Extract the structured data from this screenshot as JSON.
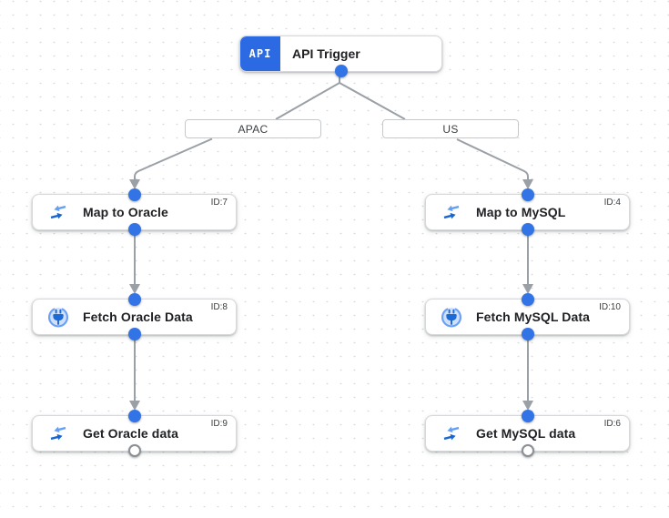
{
  "app": {
    "name": "integration-flow-canvas"
  },
  "colors": {
    "accent_blue": "#2b6ae3",
    "dot_blue": "#3273e6",
    "edge_gray": "#9aa0a6",
    "node_border": "#d6d8db",
    "grid_dot": "#d9dbde",
    "icon_dark_blue": "#1a66d0",
    "icon_light_blue": "#66a0f4"
  },
  "trigger": {
    "badge": "API",
    "label": "API Trigger"
  },
  "branches": [
    {
      "edge_label": "APAC",
      "nodes": [
        {
          "label": "Map to Oracle",
          "id_label": "ID:7",
          "icon": "data-mapping-icon"
        },
        {
          "label": "Fetch Oracle Data",
          "id_label": "ID:8",
          "icon": "connector-icon"
        },
        {
          "label": "Get Oracle data",
          "id_label": "ID:9",
          "icon": "data-mapping-icon"
        }
      ]
    },
    {
      "edge_label": "US",
      "nodes": [
        {
          "label": "Map to MySQL",
          "id_label": "ID:4",
          "icon": "data-mapping-icon"
        },
        {
          "label": "Fetch MySQL Data",
          "id_label": "ID:10",
          "icon": "connector-icon"
        },
        {
          "label": "Get MySQL data",
          "id_label": "ID:6",
          "icon": "data-mapping-icon"
        }
      ]
    }
  ]
}
